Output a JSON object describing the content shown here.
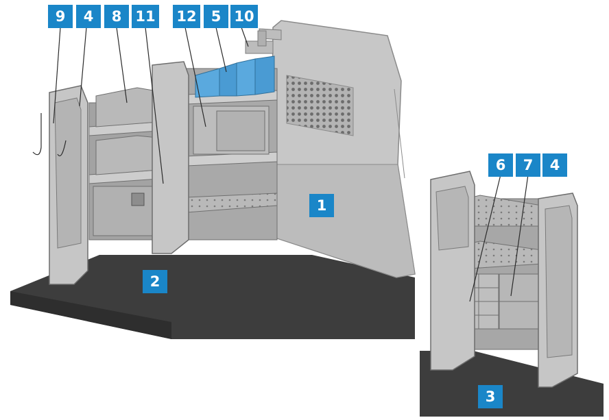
{
  "colors": {
    "callout": "#1a86c8",
    "panel": "#c9c9c9",
    "panel_dark": "#8e8e8e",
    "floor": "#3d3d3d",
    "bins": "#5aa9de"
  },
  "callouts": [
    {
      "id": "c9",
      "label": "9",
      "meaning": "hook"
    },
    {
      "id": "c4a",
      "label": "4",
      "meaning": "end-panel"
    },
    {
      "id": "c8",
      "label": "8",
      "meaning": "divider-bins"
    },
    {
      "id": "c11",
      "label": "11",
      "meaning": "drawer-cabinet"
    },
    {
      "id": "c12",
      "label": "12",
      "meaning": "storage-box"
    },
    {
      "id": "c5",
      "label": "5",
      "meaning": "blue-bins"
    },
    {
      "id": "c10",
      "label": "10",
      "meaning": "top-bracket"
    },
    {
      "id": "c1",
      "label": "1",
      "meaning": "partition"
    },
    {
      "id": "c2",
      "label": "2",
      "meaning": "floor"
    },
    {
      "id": "c6",
      "label": "6",
      "meaning": "small-parts-drawers"
    },
    {
      "id": "c7",
      "label": "7",
      "meaning": "large-drawers"
    },
    {
      "id": "c4b",
      "label": "4",
      "meaning": "end-panel"
    },
    {
      "id": "c3",
      "label": "3",
      "meaning": "floor-right"
    }
  ]
}
